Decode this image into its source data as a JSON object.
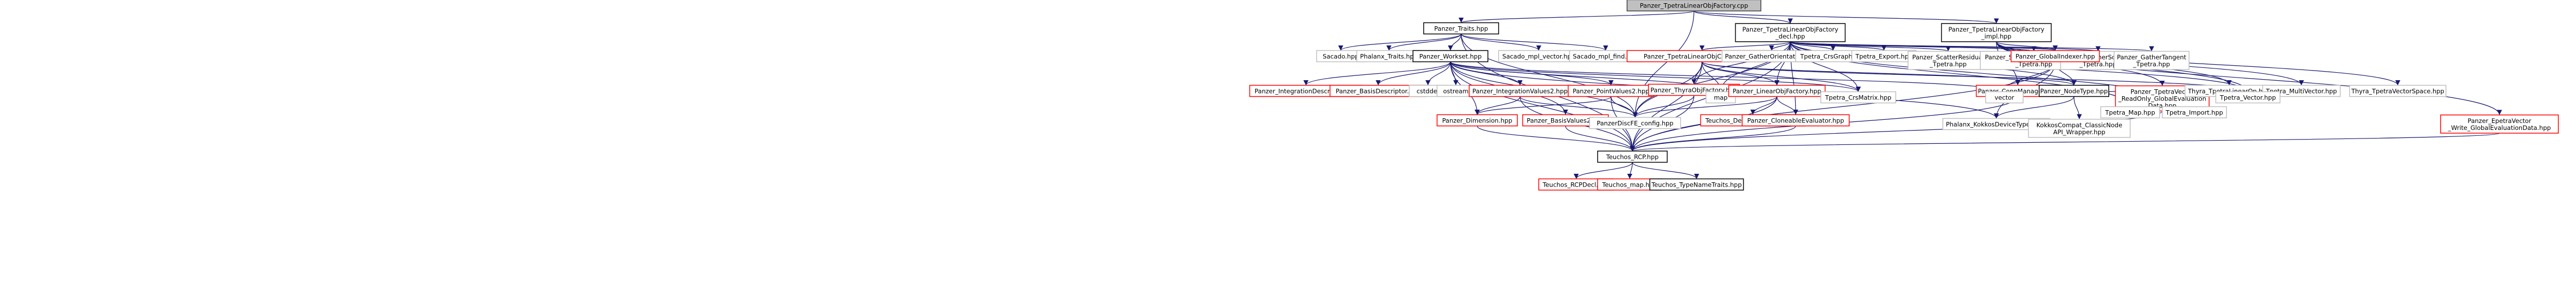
{
  "nodes": [
    {
      "id": "root",
      "lines": [
        "Panzer_TpetraLinearObjFactory.cpp"
      ],
      "border": "#404040",
      "fill": "#c0c0c0"
    },
    {
      "id": "traits",
      "lines": [
        "Panzer_Traits.hpp"
      ],
      "border": "#000000",
      "fill": "#ffffff"
    },
    {
      "id": "factory_decl",
      "lines": [
        "Panzer_TpetraLinearObjFactory",
        "_decl.hpp"
      ],
      "border": "#000000",
      "fill": "#ffffff"
    },
    {
      "id": "factory_impl",
      "lines": [
        "Panzer_TpetraLinearObjFactory",
        "_impl.hpp"
      ],
      "border": "#000000",
      "fill": "#ffffff"
    },
    {
      "id": "sacado",
      "lines": [
        "Sacado.hpp"
      ],
      "border": "#bfbfbf",
      "fill": "#ffffff"
    },
    {
      "id": "phalanx_traits",
      "lines": [
        "Phalanx_Traits.hpp"
      ],
      "border": "#bfbfbf",
      "fill": "#ffffff"
    },
    {
      "id": "workset",
      "lines": [
        "Panzer_Workset.hpp"
      ],
      "border": "#000000",
      "fill": "#ffffff"
    },
    {
      "id": "sacado_mpl_vector",
      "lines": [
        "Sacado_mpl_vector.hpp"
      ],
      "border": "#bfbfbf",
      "fill": "#ffffff"
    },
    {
      "id": "sacado_mpl_find",
      "lines": [
        "Sacado_mpl_find.hpp"
      ],
      "border": "#bfbfbf",
      "fill": "#ffffff"
    },
    {
      "id": "tpetra_loc",
      "lines": [
        "Panzer_TpetraLinearObjContainer.hpp"
      ],
      "border": "#ff0000",
      "fill": "#ffffff"
    },
    {
      "id": "gather_orientation",
      "lines": [
        "Panzer_GatherOrientation.hpp"
      ],
      "border": "#bfbfbf",
      "fill": "#ffffff"
    },
    {
      "id": "tpetra_crsgraph",
      "lines": [
        "Tpetra_CrsGraph.hpp"
      ],
      "border": "#bfbfbf",
      "fill": "#ffffff"
    },
    {
      "id": "tpetra_export",
      "lines": [
        "Tpetra_Export.hpp"
      ],
      "border": "#bfbfbf",
      "fill": "#ffffff"
    },
    {
      "id": "scatter_residual",
      "lines": [
        "Panzer_ScatterResidual",
        "_Tpetra.hpp"
      ],
      "border": "#bfbfbf",
      "fill": "#ffffff"
    },
    {
      "id": "scatter_dirichlet",
      "lines": [
        "Panzer_ScatterDirichletResidual",
        "_Tpetra.hpp"
      ],
      "border": "#bfbfbf",
      "fill": "#ffffff"
    },
    {
      "id": "gather_solution",
      "lines": [
        "Panzer_GatherSolution",
        "_Tpetra.hpp"
      ],
      "border": "#bfbfbf",
      "fill": "#ffffff"
    },
    {
      "id": "gather_tangent",
      "lines": [
        "Panzer_GatherTangent",
        "_Tpetra.hpp"
      ],
      "border": "#bfbfbf",
      "fill": "#ffffff"
    },
    {
      "id": "global_indexer",
      "lines": [
        "Panzer_GlobalIndexer.hpp"
      ],
      "border": "#ff0000",
      "fill": "#ffffff"
    },
    {
      "id": "conn_manager",
      "lines": [
        "Panzer_ConnManager.hpp"
      ],
      "border": "#ff0000",
      "fill": "#ffffff"
    },
    {
      "id": "tpetra_vector_ro",
      "lines": [
        "Panzer_TpetraVector",
        "_ReadOnly_GlobalEvaluation",
        "Data.hpp"
      ],
      "border": "#ff0000",
      "fill": "#ffffff"
    },
    {
      "id": "thyra_linop",
      "lines": [
        "Thyra_TpetraLinearOp.hpp"
      ],
      "border": "#bfbfbf",
      "fill": "#ffffff"
    },
    {
      "id": "tpetra_multivector",
      "lines": [
        "Tpetra_MultiVector.hpp"
      ],
      "border": "#bfbfbf",
      "fill": "#ffffff"
    },
    {
      "id": "thyra_vectorspace",
      "lines": [
        "Thyra_TpetraVectorSpace.hpp"
      ],
      "border": "#bfbfbf",
      "fill": "#ffffff"
    },
    {
      "id": "int_desc",
      "lines": [
        "Panzer_IntegrationDescriptor.hpp"
      ],
      "border": "#ff0000",
      "fill": "#ffffff"
    },
    {
      "id": "basis_desc",
      "lines": [
        "Panzer_BasisDescriptor.hpp"
      ],
      "border": "#ff0000",
      "fill": "#ffffff"
    },
    {
      "id": "cstddef",
      "lines": [
        "cstddef"
      ],
      "border": "#bfbfbf",
      "fill": "#ffffff"
    },
    {
      "id": "ostream",
      "lines": [
        "ostream"
      ],
      "border": "#bfbfbf",
      "fill": "#ffffff"
    },
    {
      "id": "int_values2",
      "lines": [
        "Panzer_IntegrationValues2.hpp"
      ],
      "border": "#ff0000",
      "fill": "#ffffff"
    },
    {
      "id": "point_values2",
      "lines": [
        "Panzer_PointValues2.hpp"
      ],
      "border": "#ff0000",
      "fill": "#ffffff"
    },
    {
      "id": "thyra_obj_factory",
      "lines": [
        "Panzer_ThyraObjFactory.hpp"
      ],
      "border": "#ff0000",
      "fill": "#ffffff"
    },
    {
      "id": "map",
      "lines": [
        "map"
      ],
      "border": "#bfbfbf",
      "fill": "#ffffff"
    },
    {
      "id": "linear_obj_factory",
      "lines": [
        "Panzer_LinearObjFactory.hpp"
      ],
      "border": "#ff0000",
      "fill": "#ffffff"
    },
    {
      "id": "tpetra_crsmatrix",
      "lines": [
        "Tpetra_CrsMatrix.hpp"
      ],
      "border": "#bfbfbf",
      "fill": "#ffffff"
    },
    {
      "id": "vector",
      "lines": [
        "vector"
      ],
      "border": "#bfbfbf",
      "fill": "#ffffff"
    },
    {
      "id": "node_type",
      "lines": [
        "Panzer_NodeType.hpp"
      ],
      "border": "#000000",
      "fill": "#ffffff"
    },
    {
      "id": "tpetra_map",
      "lines": [
        "Tpetra_Map.hpp"
      ],
      "border": "#bfbfbf",
      "fill": "#ffffff"
    },
    {
      "id": "tpetra_import",
      "lines": [
        "Tpetra_Import.hpp"
      ],
      "border": "#bfbfbf",
      "fill": "#ffffff"
    },
    {
      "id": "tpetra_vector",
      "lines": [
        "Tpetra_Vector.hpp"
      ],
      "border": "#bfbfbf",
      "fill": "#ffffff"
    },
    {
      "id": "dimension",
      "lines": [
        "Panzer_Dimension.hpp"
      ],
      "border": "#ff0000",
      "fill": "#ffffff"
    },
    {
      "id": "basis_values2",
      "lines": [
        "Panzer_BasisValues2.hpp"
      ],
      "border": "#ff0000",
      "fill": "#ffffff"
    },
    {
      "id": "config",
      "lines": [
        "PanzerDiscFE_config.hpp"
      ],
      "border": "#bfbfbf",
      "fill": "#ffffff"
    },
    {
      "id": "default_mpi_comm",
      "lines": [
        "Teuchos_DefaultMpiComm.hpp"
      ],
      "border": "#ff0000",
      "fill": "#ffffff"
    },
    {
      "id": "cloneable_evaluator",
      "lines": [
        "Panzer_CloneableEvaluator.hpp"
      ],
      "border": "#ff0000",
      "fill": "#ffffff"
    },
    {
      "id": "phalanx_kokkos",
      "lines": [
        "Phalanx_KokkosDeviceTypes.hpp"
      ],
      "border": "#bfbfbf",
      "fill": "#ffffff"
    },
    {
      "id": "kokkos_classic",
      "lines": [
        "KokkosCompat_ClassicNode",
        "API_Wrapper.hpp"
      ],
      "border": "#bfbfbf",
      "fill": "#ffffff"
    },
    {
      "id": "epetra_vector_wo",
      "lines": [
        "Panzer_EpetraVector",
        "_Write_GlobalEvaluationData.hpp"
      ],
      "border": "#ff0000",
      "fill": "#ffffff"
    },
    {
      "id": "teuchos_rcp",
      "lines": [
        "Teuchos_RCP.hpp"
      ],
      "border": "#000000",
      "fill": "#ffffff"
    },
    {
      "id": "rcp_decl",
      "lines": [
        "Teuchos_RCPDecl.hpp"
      ],
      "border": "#ff0000",
      "fill": "#ffffff"
    },
    {
      "id": "teuchos_map",
      "lines": [
        "Teuchos_map.hpp"
      ],
      "border": "#ff0000",
      "fill": "#ffffff"
    },
    {
      "id": "type_name_traits",
      "lines": [
        "Teuchos_TypeNameTraits.hpp"
      ],
      "border": "#000000",
      "fill": "#ffffff"
    }
  ],
  "edges": [
    [
      "root",
      "traits"
    ],
    [
      "root",
      "factory_decl"
    ],
    [
      "root",
      "factory_impl"
    ],
    [
      "root",
      "config"
    ],
    [
      "traits",
      "sacado"
    ],
    [
      "traits",
      "phalanx_traits"
    ],
    [
      "traits",
      "workset"
    ],
    [
      "traits",
      "sacado_mpl_vector"
    ],
    [
      "traits",
      "sacado_mpl_find"
    ],
    [
      "traits",
      "config"
    ],
    [
      "traits",
      "teuchos_rcp"
    ],
    [
      "workset",
      "int_desc"
    ],
    [
      "workset",
      "basis_desc"
    ],
    [
      "workset",
      "cstddef"
    ],
    [
      "workset",
      "ostream"
    ],
    [
      "workset",
      "int_values2"
    ],
    [
      "workset",
      "point_values2"
    ],
    [
      "workset",
      "map"
    ],
    [
      "workset",
      "teuchos_rcp"
    ],
    [
      "workset",
      "dimension"
    ],
    [
      "workset",
      "config"
    ],
    [
      "workset",
      "vector"
    ],
    [
      "workset",
      "tpetra_crsmatrix"
    ],
    [
      "workset",
      "phalanx_kokkos"
    ],
    [
      "workset",
      "basis_values2"
    ],
    [
      "int_values2",
      "dimension"
    ],
    [
      "int_values2",
      "config"
    ],
    [
      "int_values2",
      "teuchos_rcp"
    ],
    [
      "point_values2",
      "dimension"
    ],
    [
      "point_values2",
      "config"
    ],
    [
      "point_values2",
      "teuchos_rcp"
    ],
    [
      "basis_values2",
      "teuchos_rcp"
    ],
    [
      "dimension",
      "teuchos_rcp"
    ],
    [
      "factory_decl",
      "tpetra_loc"
    ],
    [
      "factory_decl",
      "gather_orientation"
    ],
    [
      "factory_decl",
      "tpetra_crsgraph"
    ],
    [
      "factory_decl",
      "tpetra_export"
    ],
    [
      "factory_decl",
      "scatter_residual"
    ],
    [
      "factory_decl",
      "scatter_dirichlet"
    ],
    [
      "factory_decl",
      "gather_solution"
    ],
    [
      "factory_decl",
      "gather_tangent"
    ],
    [
      "factory_decl",
      "global_indexer"
    ],
    [
      "factory_decl",
      "thyra_obj_factory"
    ],
    [
      "factory_decl",
      "map"
    ],
    [
      "factory_decl",
      "linear_obj_factory"
    ],
    [
      "factory_decl",
      "tpetra_crsmatrix"
    ],
    [
      "factory_decl",
      "node_type"
    ],
    [
      "factory_decl",
      "tpetra_map"
    ],
    [
      "factory_decl",
      "tpetra_import"
    ],
    [
      "factory_decl",
      "config"
    ],
    [
      "factory_decl",
      "teuchos_rcp"
    ],
    [
      "factory_decl",
      "cloneable_evaluator"
    ],
    [
      "factory_decl",
      "tpetra_vector"
    ],
    [
      "tpetra_loc",
      "thyra_obj_factory"
    ],
    [
      "tpetra_loc",
      "linear_obj_factory"
    ],
    [
      "tpetra_loc",
      "tpetra_crsmatrix"
    ],
    [
      "tpetra_loc",
      "node_type"
    ],
    [
      "tpetra_loc",
      "tpetra_vector"
    ],
    [
      "tpetra_loc",
      "config"
    ],
    [
      "tpetra_loc",
      "teuchos_rcp"
    ],
    [
      "tpetra_loc",
      "map"
    ],
    [
      "thyra_obj_factory",
      "config"
    ],
    [
      "thyra_obj_factory",
      "teuchos_rcp"
    ],
    [
      "linear_obj_factory",
      "default_mpi_comm"
    ],
    [
      "linear_obj_factory",
      "cloneable_evaluator"
    ],
    [
      "linear_obj_factory",
      "config"
    ],
    [
      "linear_obj_factory",
      "teuchos_rcp"
    ],
    [
      "linear_obj_factory",
      "map"
    ],
    [
      "cloneable_evaluator",
      "teuchos_rcp"
    ],
    [
      "global_indexer",
      "vector"
    ],
    [
      "global_indexer",
      "node_type"
    ],
    [
      "global_indexer",
      "phalanx_kokkos"
    ],
    [
      "global_indexer",
      "teuchos_rcp"
    ],
    [
      "node_type",
      "phalanx_kokkos"
    ],
    [
      "node_type",
      "kokkos_classic"
    ],
    [
      "factory_impl",
      "global_indexer"
    ],
    [
      "factory_impl",
      "conn_manager"
    ],
    [
      "factory_impl",
      "tpetra_vector_ro"
    ],
    [
      "factory_impl",
      "thyra_linop"
    ],
    [
      "factory_impl",
      "tpetra_multivector"
    ],
    [
      "factory_impl",
      "thyra_vectorspace"
    ],
    [
      "factory_impl",
      "epetra_vector_wo"
    ],
    [
      "factory_impl",
      "tpetra_vector"
    ],
    [
      "conn_manager",
      "vector"
    ],
    [
      "conn_manager",
      "teuchos_rcp"
    ],
    [
      "tpetra_vector_ro",
      "tpetra_map"
    ],
    [
      "tpetra_vector_ro",
      "tpetra_import"
    ],
    [
      "tpetra_vector_ro",
      "tpetra_vector"
    ],
    [
      "tpetra_vector_ro",
      "node_type"
    ],
    [
      "tpetra_vector_ro",
      "teuchos_rcp"
    ],
    [
      "epetra_vector_wo",
      "teuchos_rcp"
    ],
    [
      "teuchos_rcp",
      "rcp_decl"
    ],
    [
      "teuchos_rcp",
      "teuchos_map"
    ],
    [
      "teuchos_rcp",
      "type_name_traits"
    ]
  ]
}
